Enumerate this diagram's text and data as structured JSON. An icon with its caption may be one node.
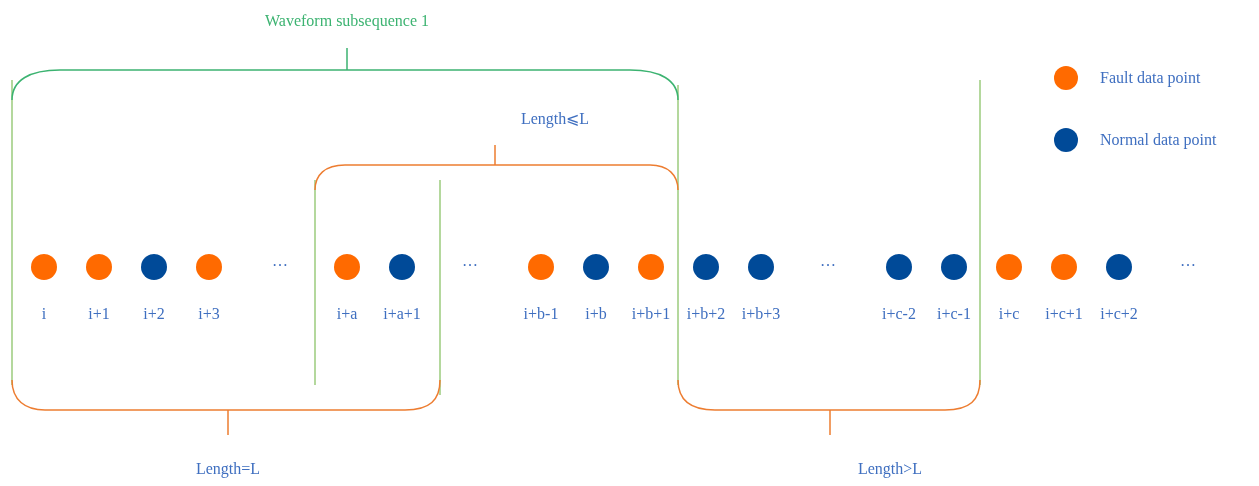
{
  "diagram": {
    "nodes": [
      {
        "text": [],
        "shape": "circle",
        "beside": [
          "i"
        ]
      },
      {
        "text": [],
        "shape": "circle",
        "beside": [
          "i+1"
        ]
      },
      {
        "text": [],
        "shape": "circle",
        "beside": [
          "i+2"
        ]
      },
      {
        "text": [],
        "shape": "circle",
        "beside": [
          "i+3"
        ]
      },
      {
        "text": [],
        "shape": "circle",
        "beside": [
          "i+a"
        ]
      },
      {
        "text": [],
        "shape": "circle",
        "beside": [
          "i+a+1"
        ]
      },
      {
        "text": [],
        "shape": "circle",
        "beside": [
          "i+b-1"
        ]
      },
      {
        "text": [],
        "shape": "circle",
        "beside": [
          "i+b"
        ]
      },
      {
        "text": [],
        "shape": "circle",
        "beside": [
          "i+b+1"
        ]
      },
      {
        "text": [],
        "shape": "circle",
        "beside": [
          "i+b+2"
        ]
      },
      {
        "text": [],
        "shape": "circle",
        "beside": [
          "i+b+3"
        ]
      },
      {
        "text": [],
        "shape": "circle",
        "beside": [
          "i+c-2"
        ]
      },
      {
        "text": [],
        "shape": "circle",
        "beside": [
          "i+c-1"
        ]
      },
      {
        "text": [],
        "shape": "circle",
        "beside": [
          "i+c"
        ]
      },
      {
        "text": [],
        "shape": "circle",
        "beside": [
          "i+c+1"
        ]
      },
      {
        "text": [],
        "shape": "circle",
        "beside": [
          "i+c+2"
        ]
      }
    ],
    "labels": [
      "Waveform subsequence 1",
      "Length⩽L",
      "…",
      "…",
      "…",
      "…",
      "Length=L",
      "Length>L"
    ],
    "legend": [
      {
        "text": "Fault data point",
        "color": "#ff6a00"
      },
      {
        "text": "Normal data point",
        "color": "#004a98"
      }
    ]
  }
}
